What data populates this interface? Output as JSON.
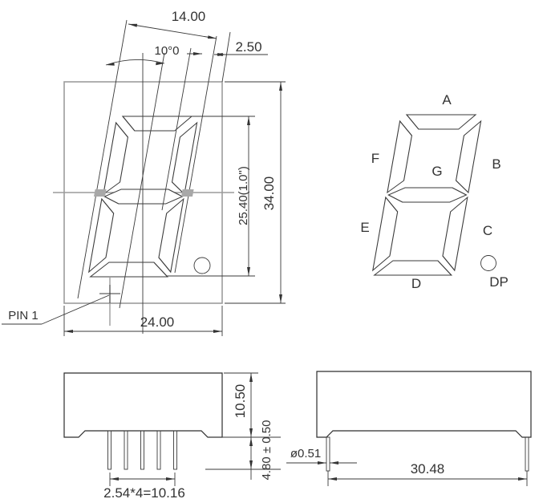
{
  "colors": {
    "line": "#333333",
    "gray_line": "#9c9c9c",
    "blob_gray": "#a8a8a8",
    "background": "#ffffff"
  },
  "front_view": {
    "width_dim": "14.00",
    "tilt_angle_dim": "10°0",
    "dp_offset_dim": "2.50",
    "digit_height_dim": "25.40(1.0\")",
    "package_height_dim": "34.00",
    "package_width_dim": "24.00",
    "pin1_label": "PIN 1"
  },
  "segment_diagram": {
    "labels": {
      "a": "A",
      "b": "B",
      "c": "C",
      "d": "D",
      "e": "E",
      "f": "F",
      "g": "G",
      "dp": "DP"
    }
  },
  "front_side_view": {
    "body_height_dim": "10.50",
    "lead_length_dim": "4.80 ± 0.50",
    "lead_pitch_dim": "2.54*4=10.16"
  },
  "right_side_view": {
    "lead_diameter_dim": "ø0.51",
    "lead_span_dim": "30.48"
  }
}
